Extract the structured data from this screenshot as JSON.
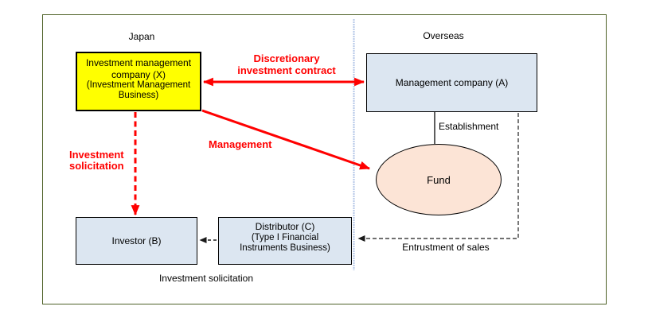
{
  "diagram": {
    "regions": {
      "japan": "Japan",
      "overseas": "Overseas"
    },
    "nodes": {
      "investment_company": {
        "title": "Investment management company (X)",
        "subtitle": "(Investment Management Business)"
      },
      "management_company": {
        "label": "Management company (A)"
      },
      "fund": {
        "label": "Fund"
      },
      "investor": {
        "label": "Investor (B)"
      },
      "distributor": {
        "title": "Distributor (C)",
        "subtitle": "(Type I Financial Instruments Business)"
      }
    },
    "edge_labels": {
      "discretionary": "Discretionary investment contract",
      "management": "Management",
      "investment_solicitation_red": "Investment solicitation",
      "establishment": "Establishment",
      "entrustment": "Entrustment of sales",
      "investment_solicitation_black": "Investment solicitation"
    },
    "colors": {
      "highlight_fill": "#ffff00",
      "box_fill": "#dce6f1",
      "fund_fill": "#fce4d6",
      "arrow_red": "#ff0000",
      "frame_olive": "#4f6228",
      "divider_blue": "#b3c6e7",
      "line_dark": "#1a1a1a",
      "dash_gray": "#404040"
    }
  }
}
